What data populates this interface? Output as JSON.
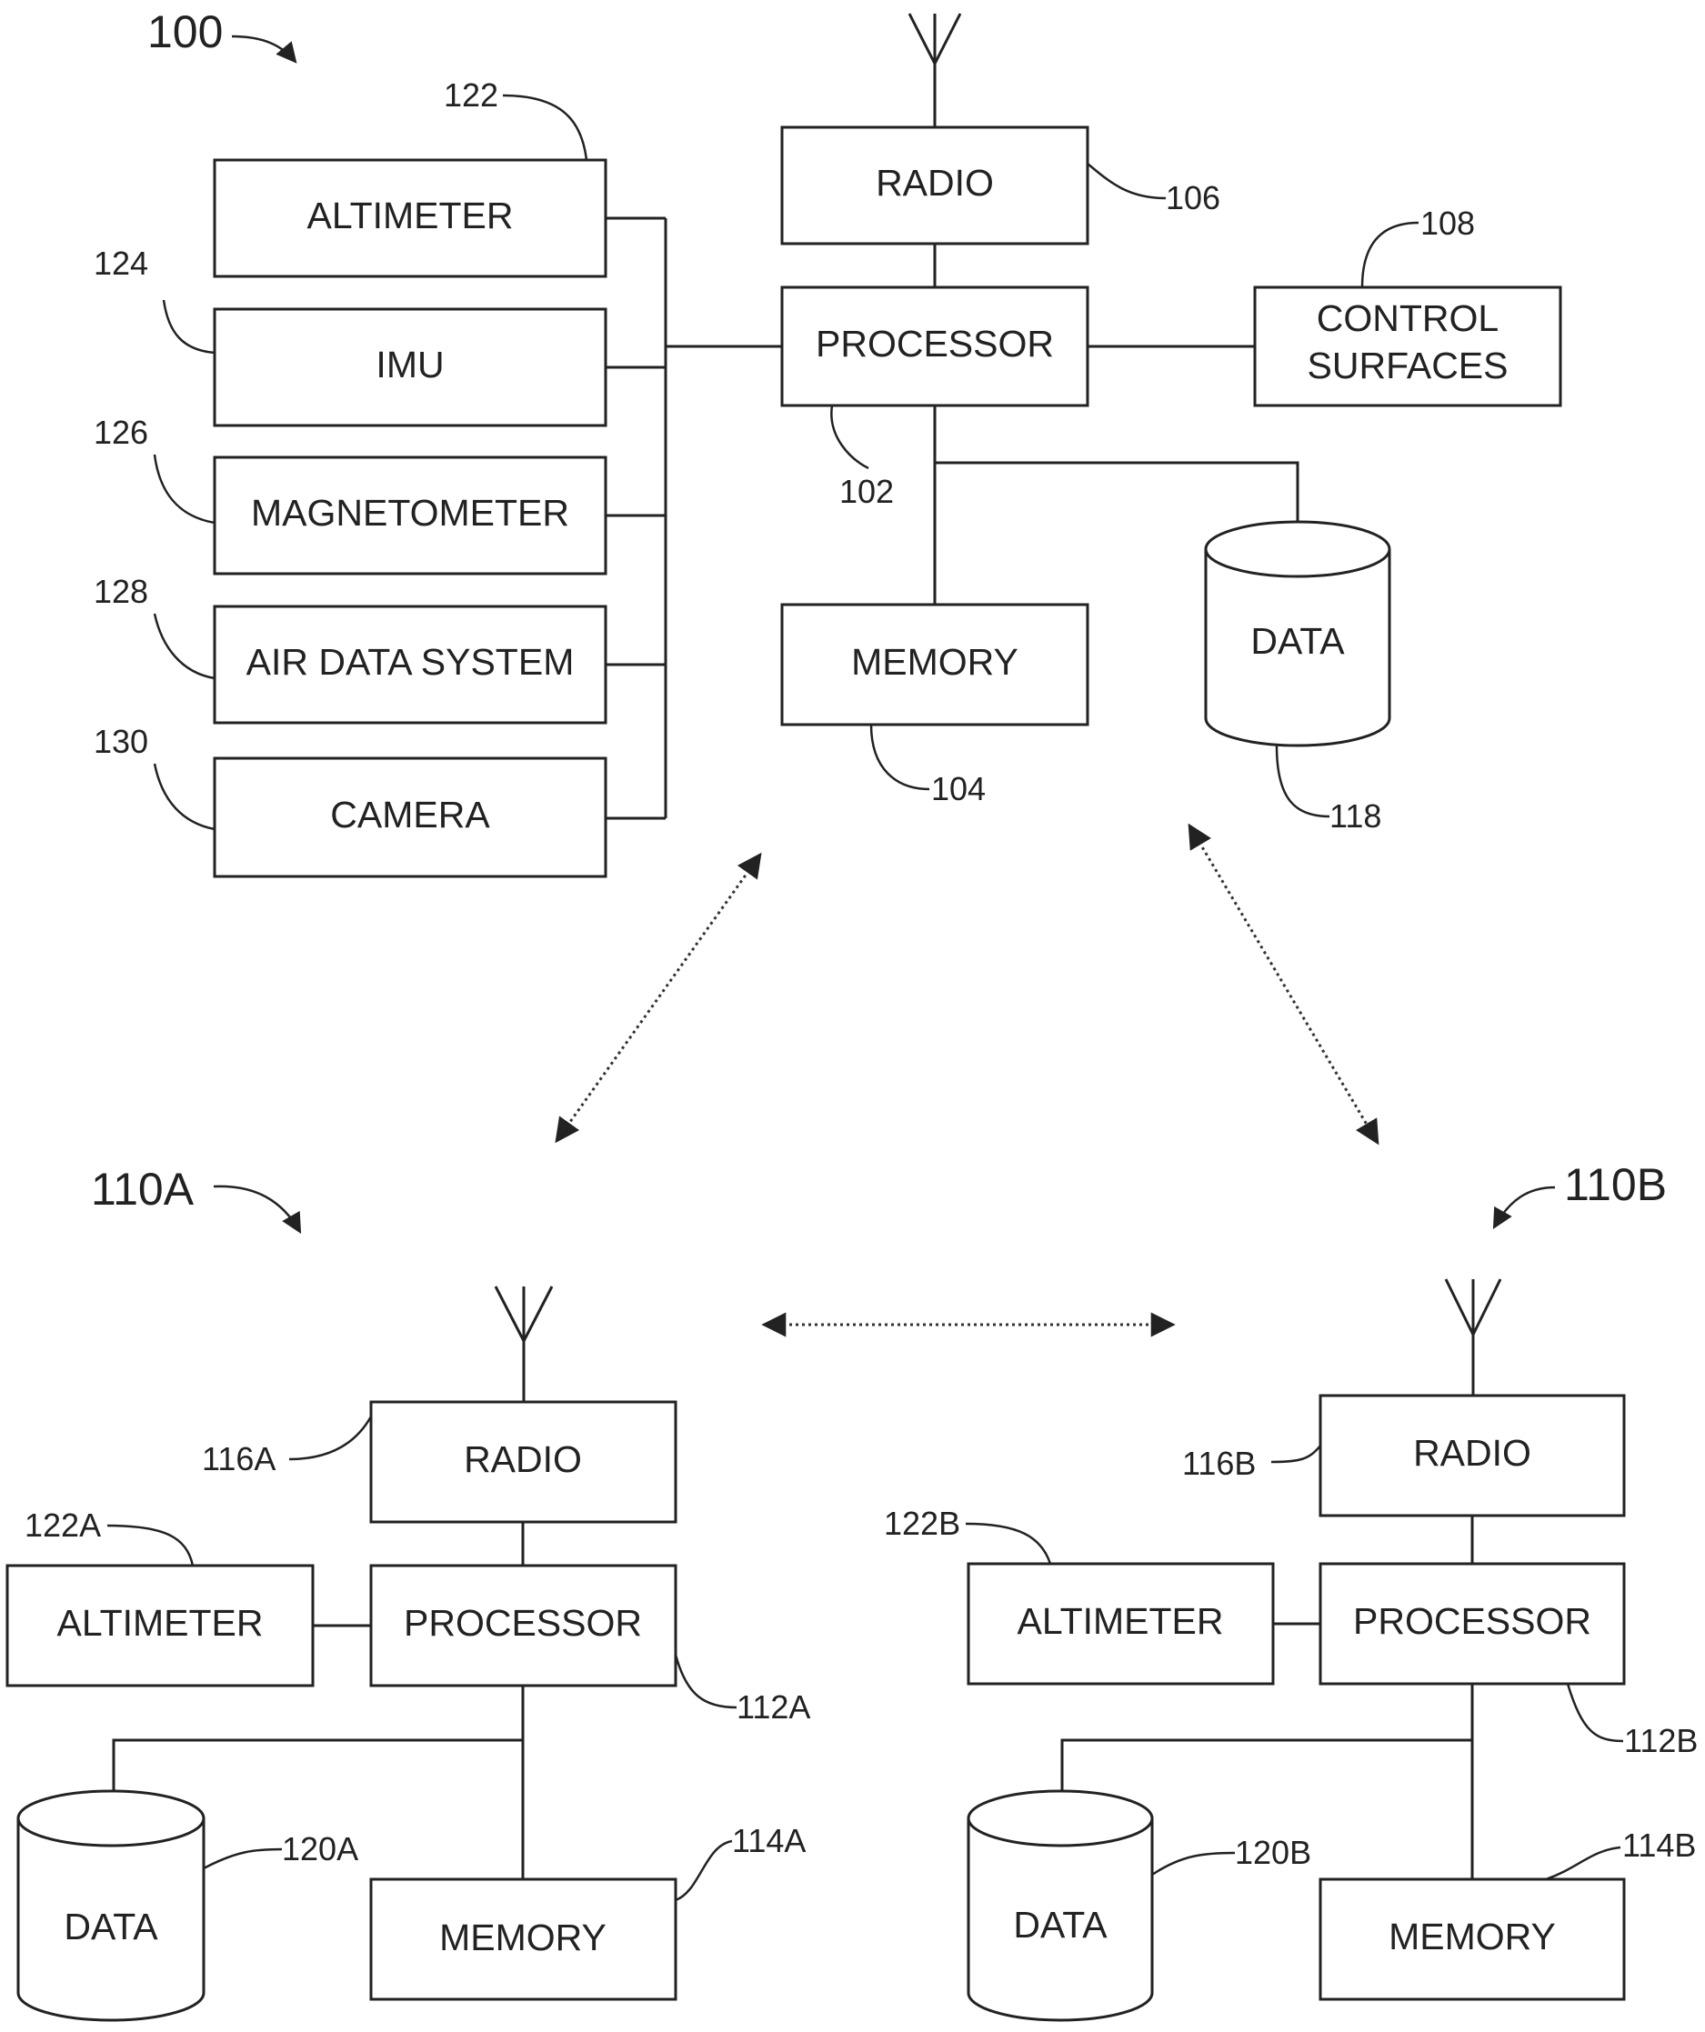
{
  "figure": {
    "main_system": {
      "ref": "100",
      "radio": {
        "label": "RADIO",
        "ref": "106"
      },
      "processor": {
        "label": "PROCESSOR",
        "ref": "102"
      },
      "memory": {
        "label": "MEMORY",
        "ref": "104"
      },
      "control_surfaces": {
        "line1": "CONTROL",
        "line2": "SURFACES",
        "ref": "108"
      },
      "data": {
        "label": "DATA",
        "ref": "118"
      },
      "sensors": [
        {
          "label": "ALTIMETER",
          "ref": "122"
        },
        {
          "label": "IMU",
          "ref": "124"
        },
        {
          "label": "MAGNETOMETER",
          "ref": "126"
        },
        {
          "label": "AIR DATA SYSTEM",
          "ref": "128"
        },
        {
          "label": "CAMERA",
          "ref": "130"
        }
      ]
    },
    "system_a": {
      "ref": "110A",
      "radio": {
        "label": "RADIO",
        "ref": "116A"
      },
      "processor": {
        "label": "PROCESSOR",
        "ref": "112A"
      },
      "altimeter": {
        "label": "ALTIMETER",
        "ref": "122A"
      },
      "data": {
        "label": "DATA",
        "ref": "120A"
      },
      "memory": {
        "label": "MEMORY",
        "ref": "114A"
      }
    },
    "system_b": {
      "ref": "110B",
      "radio": {
        "label": "RADIO",
        "ref": "116B"
      },
      "processor": {
        "label": "PROCESSOR",
        "ref": "112B"
      },
      "altimeter": {
        "label": "ALTIMETER",
        "ref": "122B"
      },
      "data": {
        "label": "DATA",
        "ref": "120B"
      },
      "memory": {
        "label": "MEMORY",
        "ref": "114B"
      }
    }
  }
}
